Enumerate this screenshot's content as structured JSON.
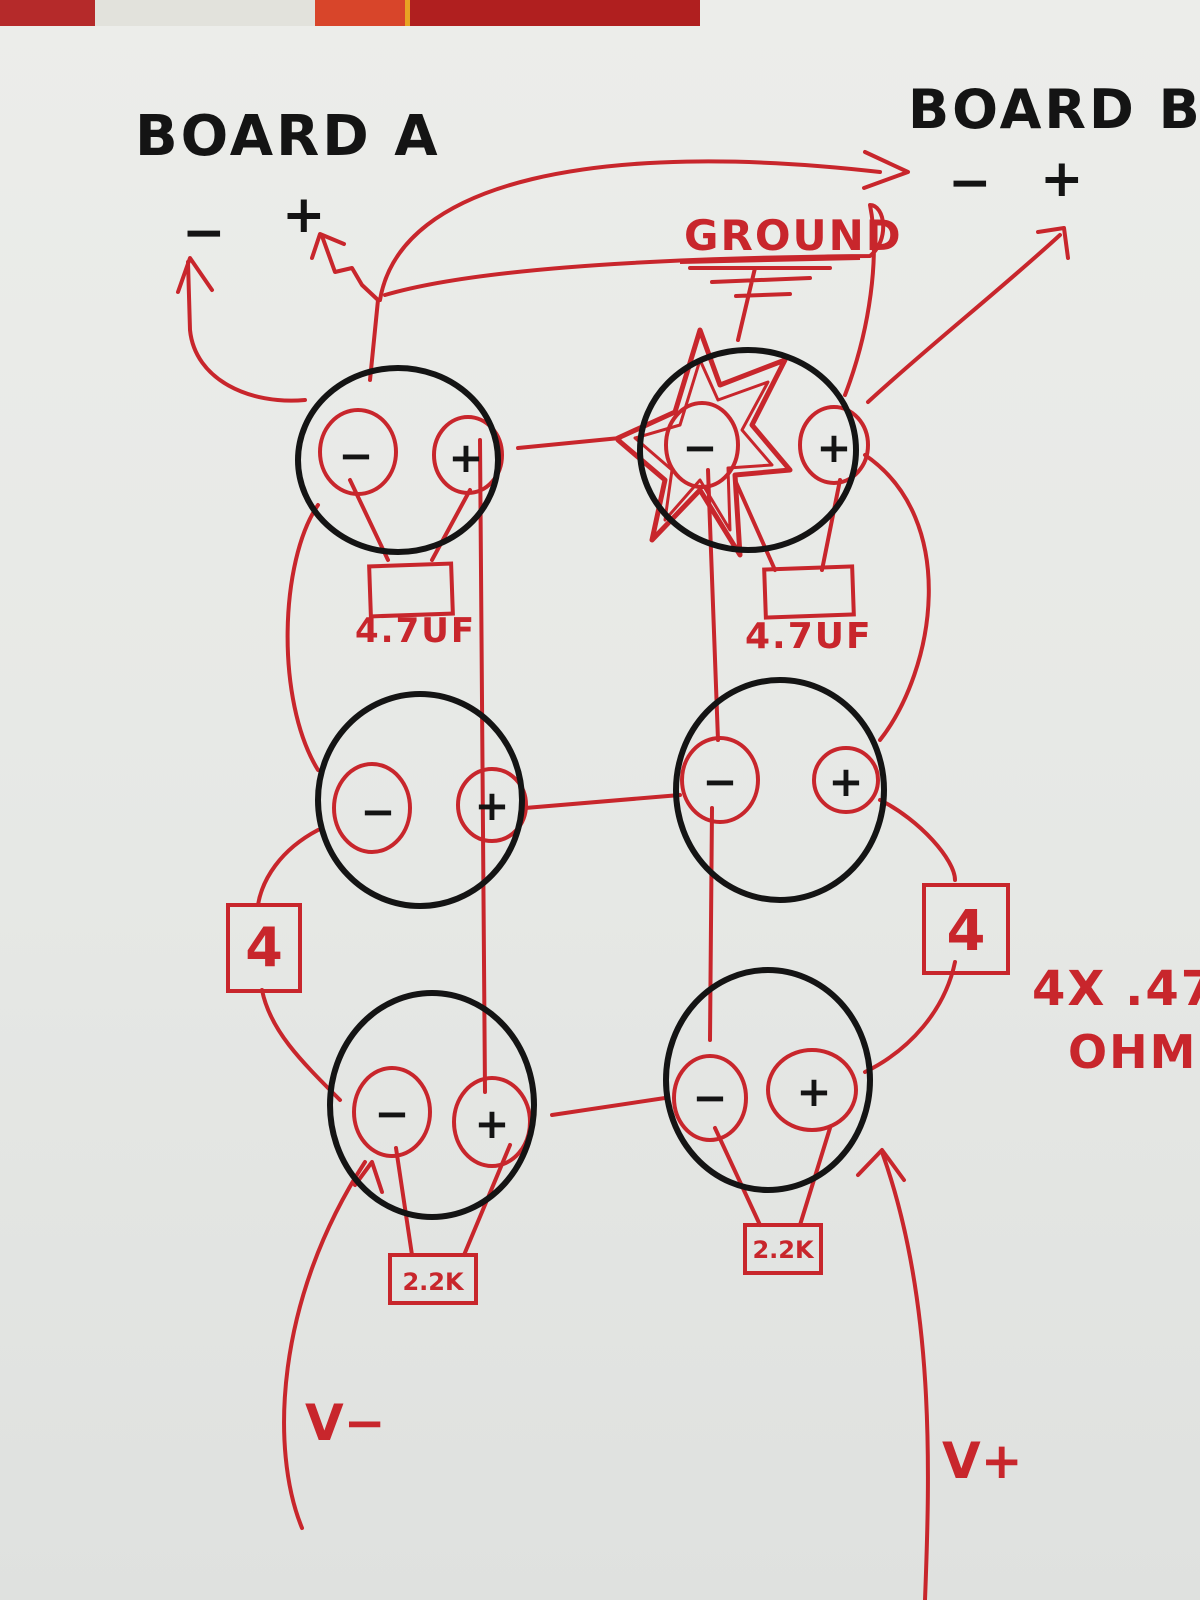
{
  "colors": {
    "red_ink": "#c8262c",
    "black_ink": "#141414",
    "paper": "#e9eae7",
    "top_strip": [
      "#b52a2a",
      "#e2e2dc",
      "#d8452a",
      "#e8a323",
      "#b01f1f"
    ]
  },
  "boards": {
    "a": {
      "title": "BOARD A",
      "minus": "−",
      "plus": "+"
    },
    "b": {
      "title": "BOARD B",
      "minus": "−",
      "plus": "+"
    }
  },
  "ground": {
    "label": "GROUND"
  },
  "capacitors": [
    {
      "row": "top",
      "side": "left",
      "value": "4.7UF"
    },
    {
      "row": "top",
      "side": "right",
      "value": "4.7UF"
    }
  ],
  "resistors": [
    {
      "position": "left",
      "value": "4"
    },
    {
      "position": "right",
      "value": "4"
    },
    {
      "position": "bottom-left",
      "value": "2.2K"
    },
    {
      "position": "bottom-right",
      "value": "2.2K"
    }
  ],
  "resistor_note": {
    "line1": "4X .47",
    "line2": "OHM"
  },
  "supply": {
    "negative": "V−",
    "positive": "V+"
  },
  "terminal_marks": {
    "minus": "−",
    "plus": "+"
  }
}
